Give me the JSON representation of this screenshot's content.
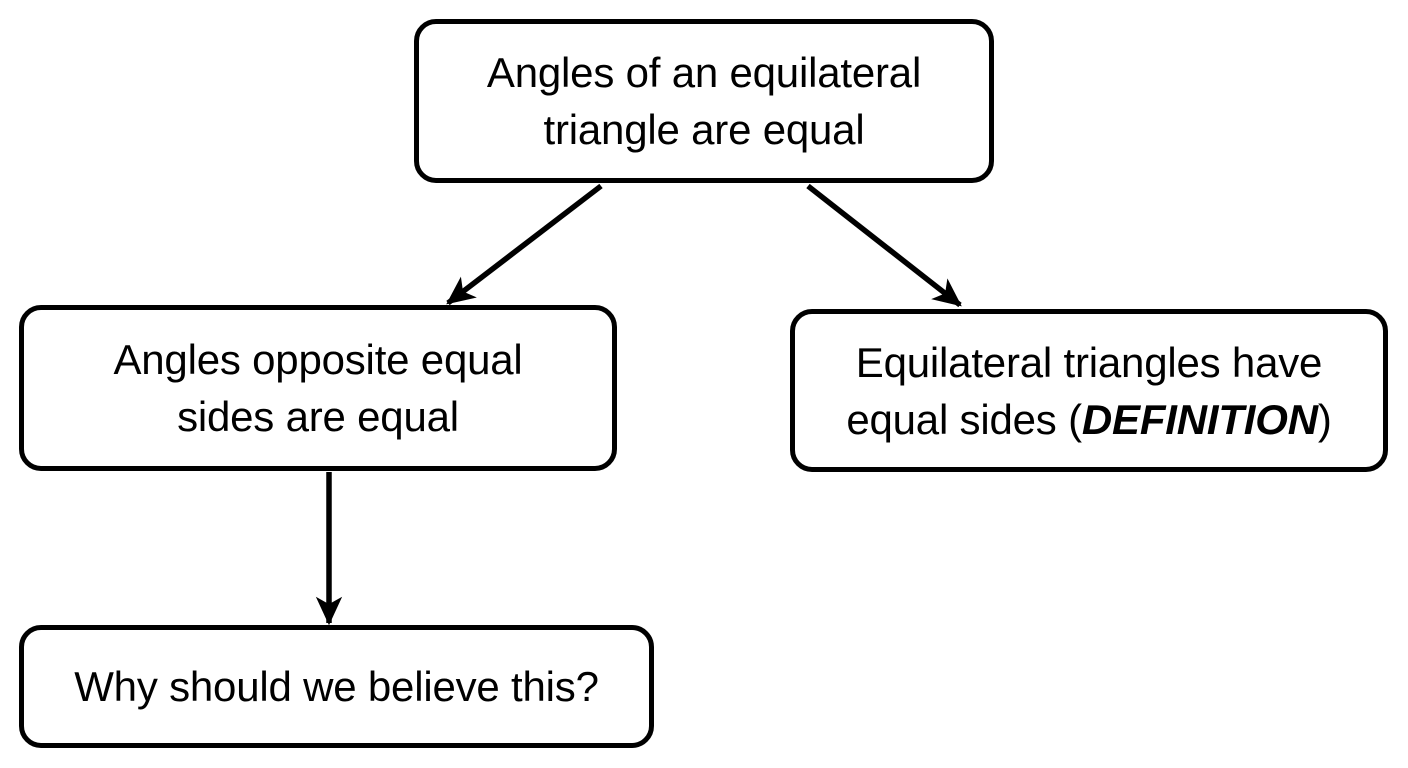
{
  "diagram": {
    "title": "Angles of an equilateral triangle are equal",
    "nodes": [
      {
        "id": "premise",
        "name": "premise-node",
        "text": "Angles of an equilateral\ntriangle are equal"
      },
      {
        "id": "theorem",
        "name": "theorem-node",
        "text": "Angles opposite equal\nsides are equal"
      },
      {
        "id": "definition",
        "name": "definition-node",
        "text_before": "Equilateral triangles have\nequal sides (",
        "emphasis": "DEFINITION",
        "text_after": ")"
      },
      {
        "id": "question",
        "name": "question-node",
        "text": "Why should we believe this?"
      }
    ],
    "edges": [
      {
        "name": "premise-to-theorem-arrow",
        "from": "premise",
        "to": "theorem",
        "style": "diagonal-down-left"
      },
      {
        "name": "premise-to-definition-arrow",
        "from": "premise",
        "to": "definition",
        "style": "diagonal-down-right"
      },
      {
        "name": "theorem-to-question-arrow",
        "from": "theorem",
        "to": "question",
        "style": "vertical-down"
      }
    ],
    "colors": {
      "background": "#ffffff",
      "stroke": "#000000",
      "fill": "#ffffff",
      "text": "#000000"
    }
  }
}
